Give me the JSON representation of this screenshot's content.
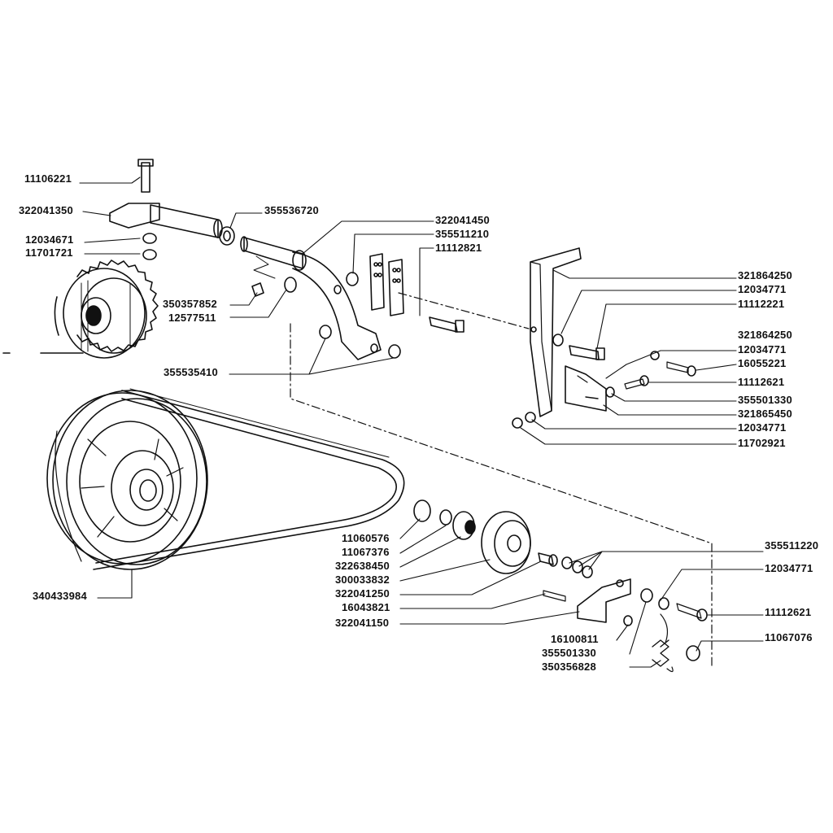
{
  "diagram": {
    "part_labels": {
      "p11106221": "11106221",
      "p322041350": "322041350",
      "p12034671": "12034671",
      "p11701721": "11701721",
      "p355536720": "355536720",
      "p322041450": "322041450",
      "p355511210": "355511210",
      "p11112821": "11112821",
      "p350357852": "350357852",
      "p12577511": "12577511",
      "p355535410": "355535410",
      "p321864250a": "321864250",
      "p12034771a": "12034771",
      "p11112221": "11112221",
      "p321864250b": "321864250",
      "p12034771b": "12034771",
      "p16055221": "16055221",
      "p11112621a": "11112621",
      "p355501330a": "355501330",
      "p321865450": "321865450",
      "p12034771c": "12034771",
      "p11702921": "11702921",
      "p355511220": "355511220",
      "p12034771d": "12034771",
      "p11060576": "11060576",
      "p11067376": "11067376",
      "p322638450": "322638450",
      "p300033832": "300033832",
      "p322041250": "322041250",
      "p16043821": "16043821",
      "p322041150": "322041150",
      "p11112621b": "11112621",
      "p16100811": "16100811",
      "p355501330b": "355501330",
      "p350356828": "350356828",
      "p11067076": "11067076",
      "p340433984": "340433984"
    }
  }
}
